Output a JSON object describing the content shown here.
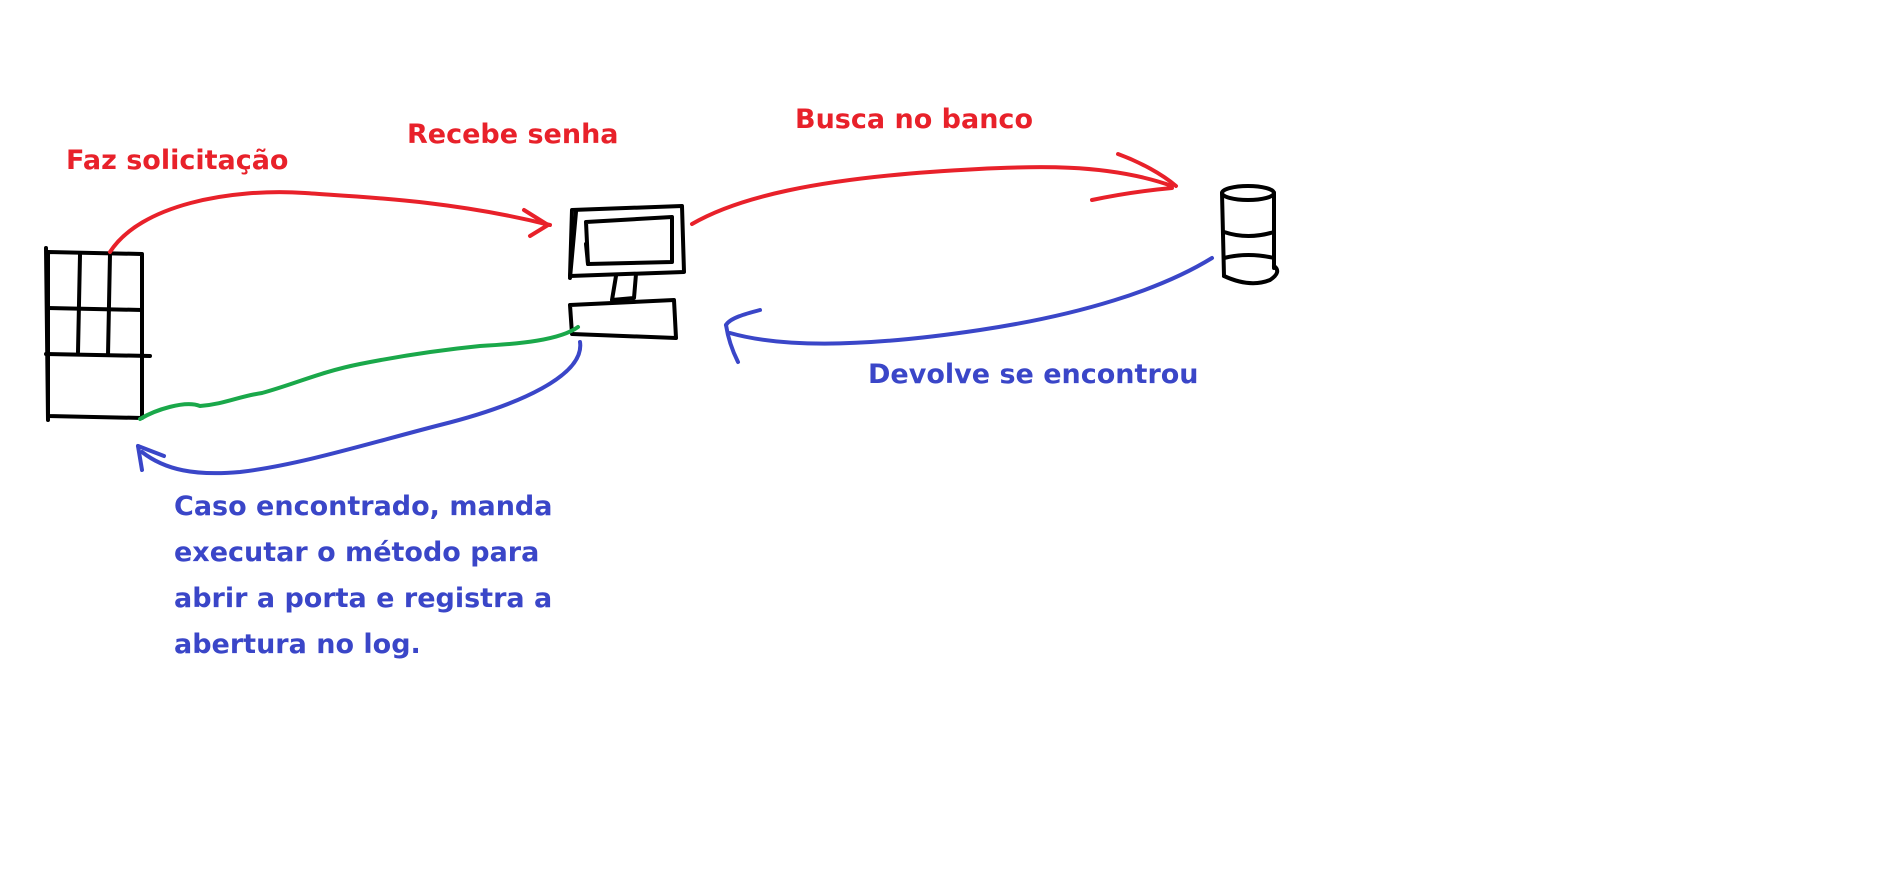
{
  "labels": {
    "faz_solicitacao": "Faz solicitação",
    "recebe_senha": "Recebe senha",
    "busca_no_banco": "Busca no banco",
    "devolve_se_encontrou": "Devolve se encontrou",
    "caso_encontrado": "Caso encontrado, manda executar o método para abrir a porta e registra a abertura no log."
  },
  "colors": {
    "red": "#e8212a",
    "blue": "#3a46c8",
    "green": "#1aa84a",
    "black": "#000000"
  },
  "icons": [
    "door-icon",
    "computer-icon",
    "database-icon"
  ]
}
